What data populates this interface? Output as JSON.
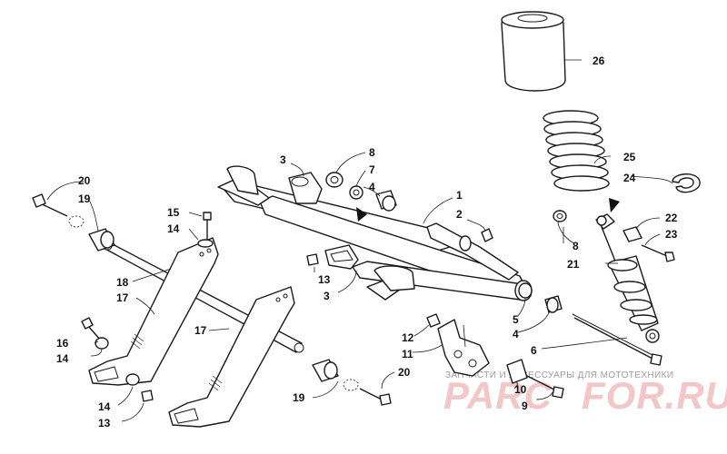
{
  "diagram": {
    "callouts": {
      "c26": "26",
      "c25": "25",
      "c24": "24",
      "c22": "22",
      "c23": "23",
      "c8a": "8",
      "c7": "7",
      "c4a": "4",
      "c3a": "3",
      "c1": "1",
      "c2": "2",
      "c8b": "8",
      "c21": "21",
      "c20a": "20",
      "c19a": "19",
      "c15": "15",
      "c14a": "14",
      "c18": "18",
      "c17a": "17",
      "c13a": "13",
      "c3b": "3",
      "c5": "5",
      "c4b": "4",
      "c6": "6",
      "c12": "12",
      "c11": "11",
      "c16": "16",
      "c14b": "14",
      "c17b": "17",
      "c14c": "14",
      "c13b": "13",
      "c19b": "19",
      "c20b": "20",
      "c10": "10",
      "c9": "9"
    }
  },
  "watermark": {
    "line": "ЗАПЧАСТИ И АКСЕССУАРЫ ДЛЯ МОТОТЕХНИКИ",
    "brand_left": "PARC",
    "brand_right": "FOR.RU",
    "brand_color": "#f3c7c7"
  }
}
